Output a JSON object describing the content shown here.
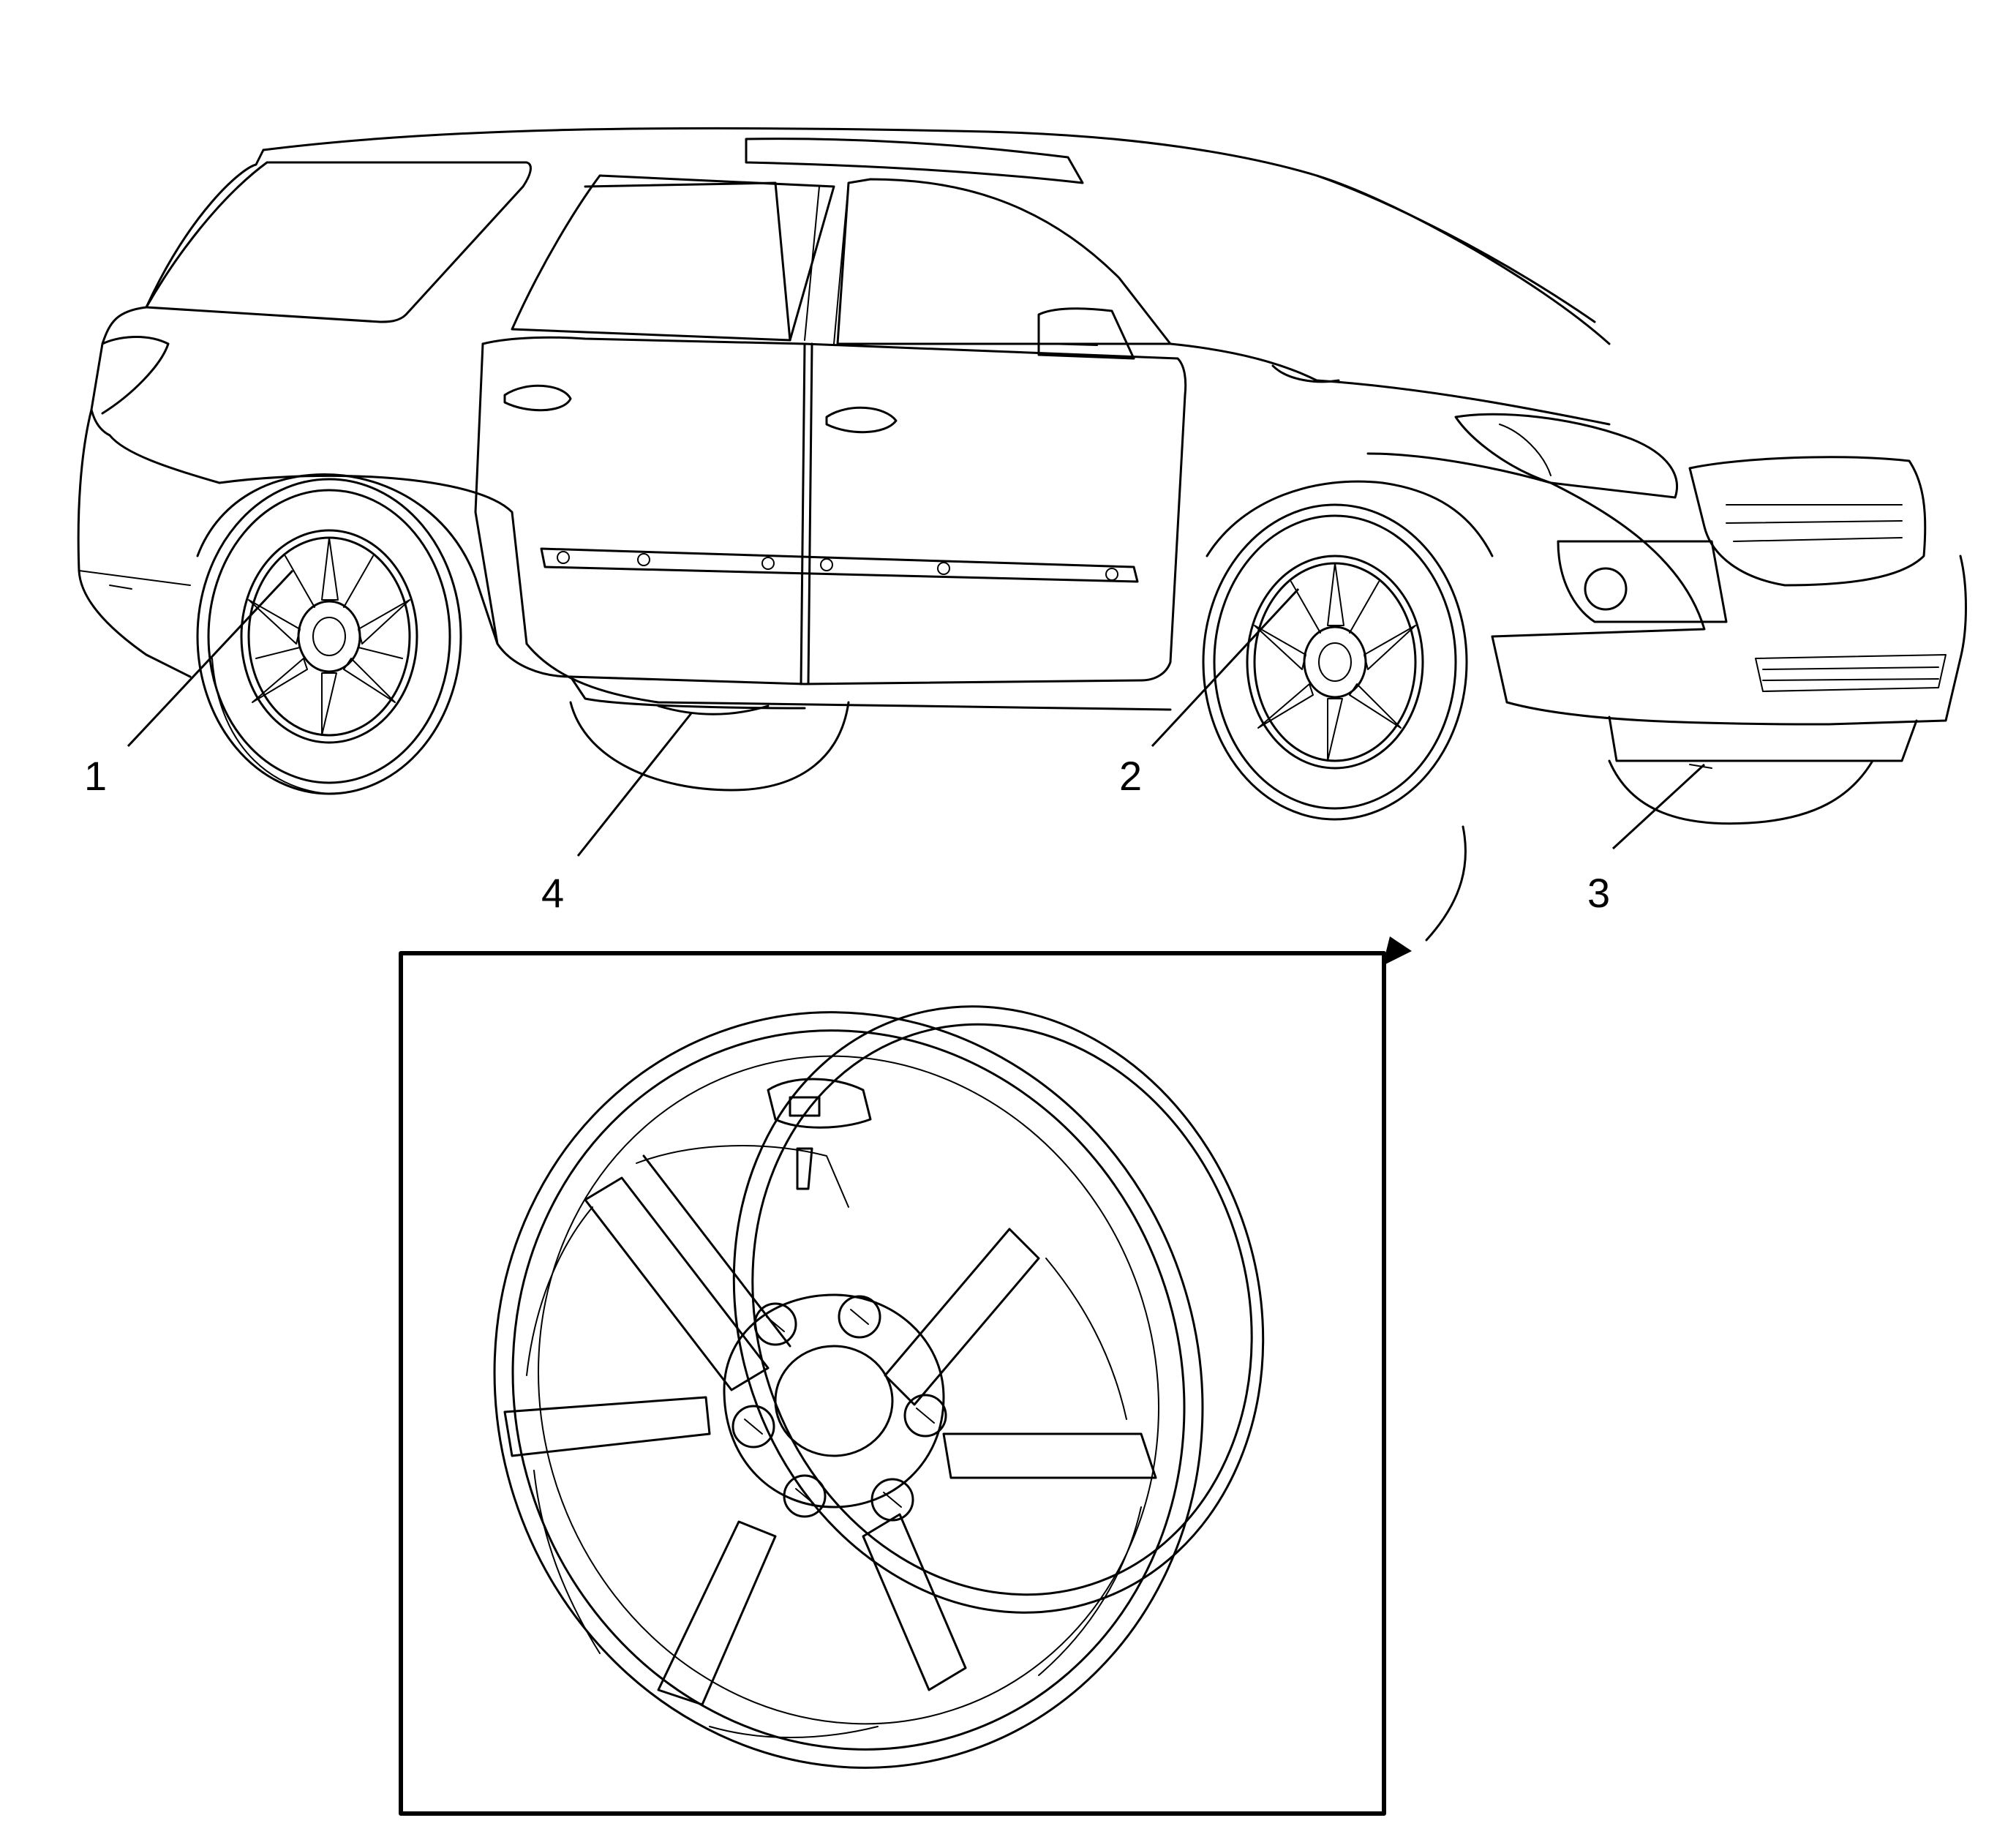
{
  "callouts": [
    {
      "id": "1",
      "label": "1"
    },
    {
      "id": "2",
      "label": "2"
    },
    {
      "id": "3",
      "label": "3"
    },
    {
      "id": "4",
      "label": "4"
    }
  ],
  "colors": {
    "line": "#000000",
    "background": "#ffffff"
  },
  "icons": {
    "vehicle": "suv-side-view",
    "detail": "wheel-with-tpms-sensor",
    "pointer": "curved-arrow"
  }
}
